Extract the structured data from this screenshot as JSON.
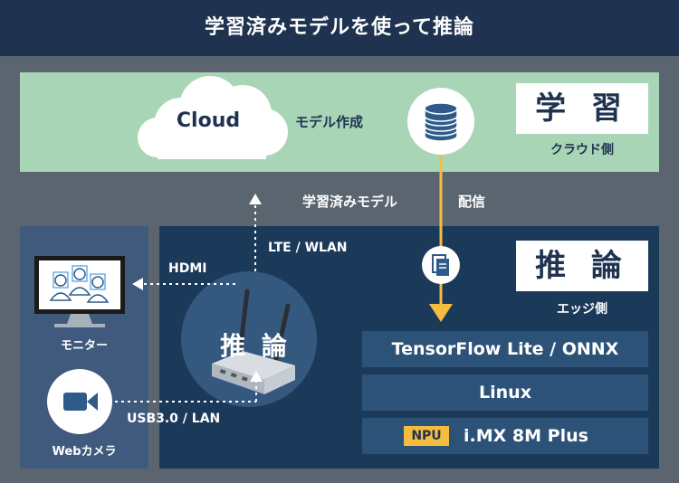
{
  "title": "学習済みモデルを使って推論",
  "cloud": {
    "label": "Cloud",
    "model_create": "モデル作成",
    "learn_label": "学 習",
    "learn_sub": "クラウド側"
  },
  "transfer": {
    "trained_model": "学習済みモデル",
    "distribution": "配信"
  },
  "edge": {
    "infer_label": "推 論",
    "infer_sub": "エッジ側",
    "device_label": "推 論",
    "stack": {
      "row1": "TensorFlow Lite / ONNX",
      "row2": "Linux",
      "npu_badge": "NPU",
      "row3": "i.MX 8M Plus"
    }
  },
  "devices": {
    "monitor_caption": "モニター",
    "webcam_caption": "Webカメラ"
  },
  "connections": {
    "lte": "LTE / WLAN",
    "hdmi": "HDMI",
    "usb": "USB3.0 / LAN"
  },
  "colors": {
    "header": "#1f3350",
    "cloud_band": "#a8d5b5",
    "edge_panel": "#1b3a5a",
    "device_panel": "#3f5a7c",
    "stack_row": "#2d5278",
    "accent_arrow": "#f4bd42",
    "background": "#5b6570"
  },
  "icons": [
    "cloud-icon",
    "database-icon",
    "document-icon",
    "monitor-icon",
    "people-icon",
    "webcam-icon",
    "router-icon"
  ]
}
